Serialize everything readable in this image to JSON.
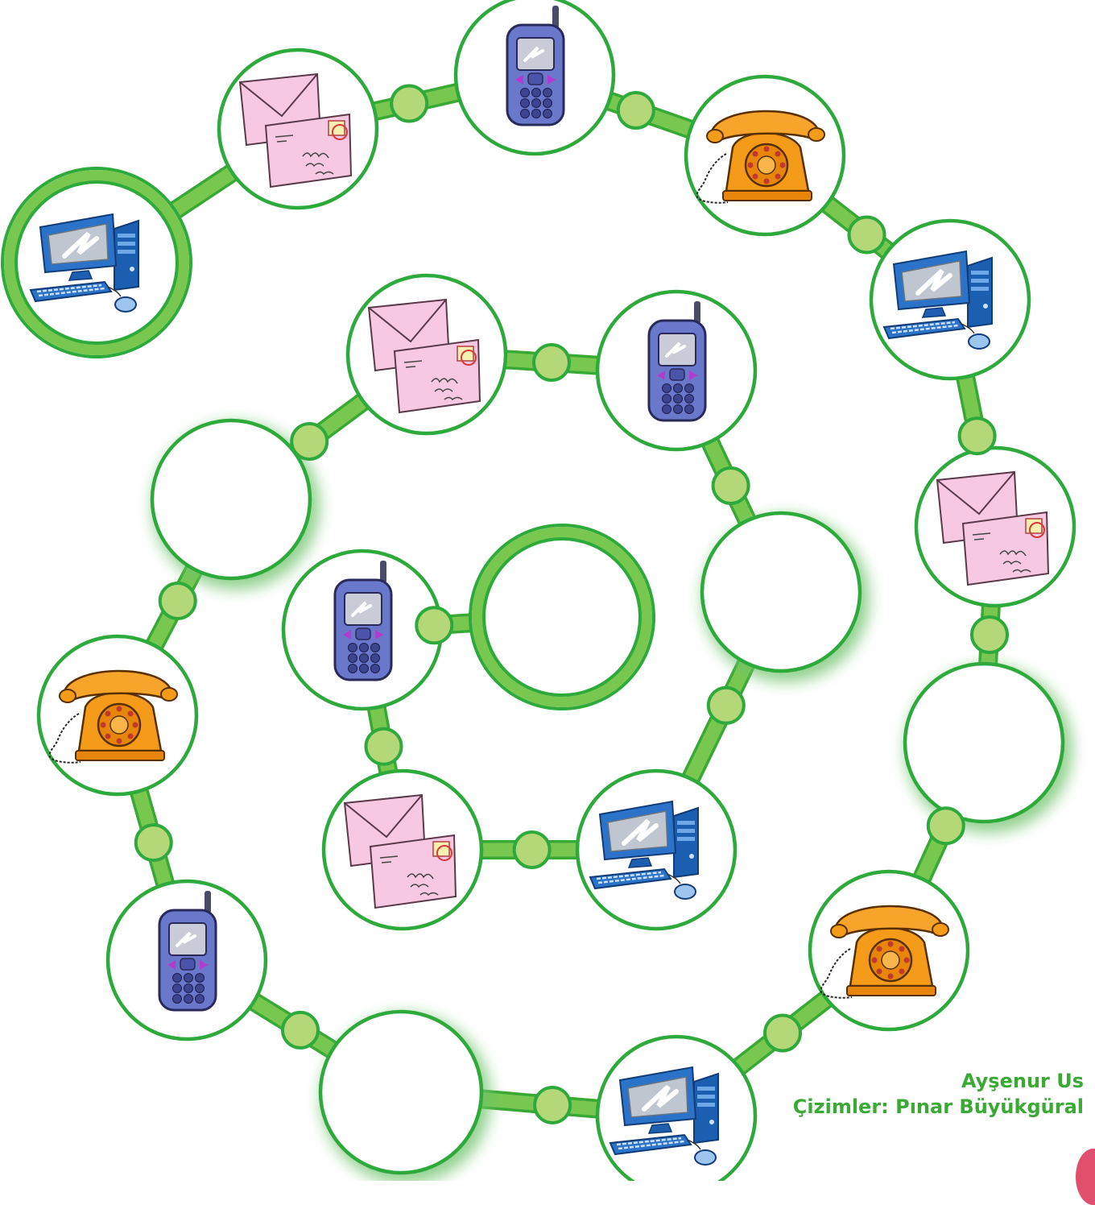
{
  "credits": {
    "author": "Ayşenur Us",
    "illustrator": "Çizimler: Pınar Büyükgüral"
  },
  "colors": {
    "ring": "#2eaa3c",
    "path": "#78c850",
    "path_dark": "#39a935",
    "dot": "#b4d878",
    "glow": "#6ec36b",
    "credit_text": "#3aaa35"
  },
  "board": {
    "spaces": [
      {
        "id": "start",
        "icon": "computer",
        "special": "start"
      },
      {
        "id": "s2",
        "icon": "envelope"
      },
      {
        "id": "s3",
        "icon": "mobile-phone"
      },
      {
        "id": "s4",
        "icon": "rotary-phone"
      },
      {
        "id": "s5",
        "icon": "computer"
      },
      {
        "id": "s6",
        "icon": "envelope"
      },
      {
        "id": "s7",
        "icon": "empty"
      },
      {
        "id": "s8",
        "icon": "rotary-phone"
      },
      {
        "id": "s9",
        "icon": "computer"
      },
      {
        "id": "s10",
        "icon": "empty"
      },
      {
        "id": "s11",
        "icon": "mobile-phone"
      },
      {
        "id": "s12",
        "icon": "rotary-phone"
      },
      {
        "id": "s13",
        "icon": "empty"
      },
      {
        "id": "s14",
        "icon": "envelope"
      },
      {
        "id": "s15",
        "icon": "mobile-phone"
      },
      {
        "id": "s16",
        "icon": "empty"
      },
      {
        "id": "s17",
        "icon": "computer"
      },
      {
        "id": "s18",
        "icon": "envelope"
      },
      {
        "id": "s19",
        "icon": "mobile-phone"
      },
      {
        "id": "finish",
        "icon": "empty",
        "special": "finish"
      }
    ]
  }
}
